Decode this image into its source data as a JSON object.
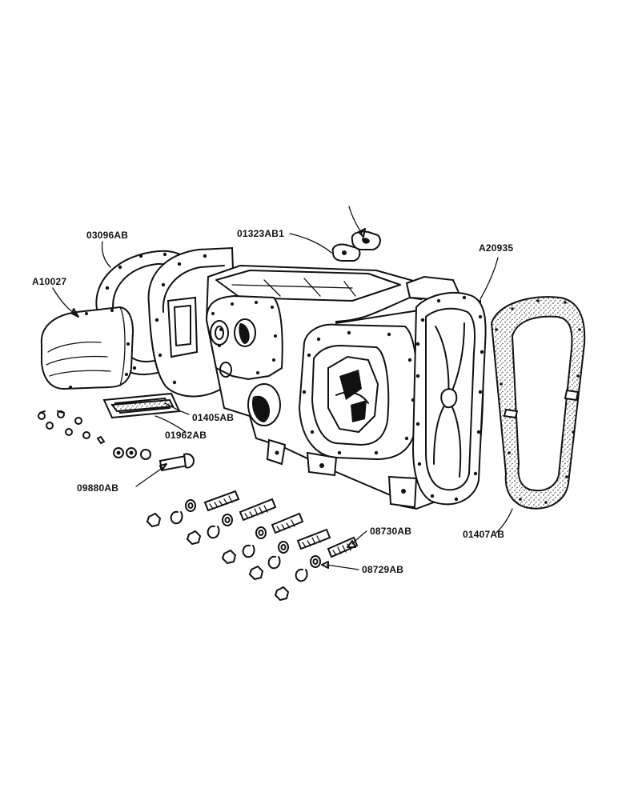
{
  "labels": {
    "p03096AB": "03096AB",
    "pA10027": "A10027",
    "p01323AB1": "01323AB1",
    "pA20935": "A20935",
    "p01405AB": "01405AB",
    "p01962AB": "01962AB",
    "p09880AB": "09880AB",
    "p08730AB": "08730AB",
    "p08729AB": "08729AB",
    "p01407AB": "01407AB"
  }
}
